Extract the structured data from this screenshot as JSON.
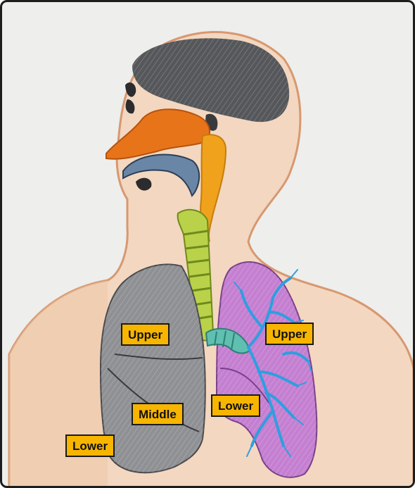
{
  "labels": {
    "right_lung_upper": "Upper",
    "right_lung_middle": "Middle",
    "right_lung_lower": "Lower",
    "left_lung_upper": "Upper",
    "left_lung_lower": "Lower"
  },
  "colors": {
    "label_bg": "#f7b500",
    "label_border": "#1a1a1a",
    "skin": "#f3d7c0",
    "brain": "#55575a",
    "nasal_cavity": "#e8741a",
    "pharynx": "#f0a21c",
    "trachea": "#b9d24a",
    "bronchus": "#5fbfb0",
    "right_lung": "#8e9094",
    "left_lung": "#c47fd1",
    "bronchial_tree": "#2f9ee0"
  }
}
